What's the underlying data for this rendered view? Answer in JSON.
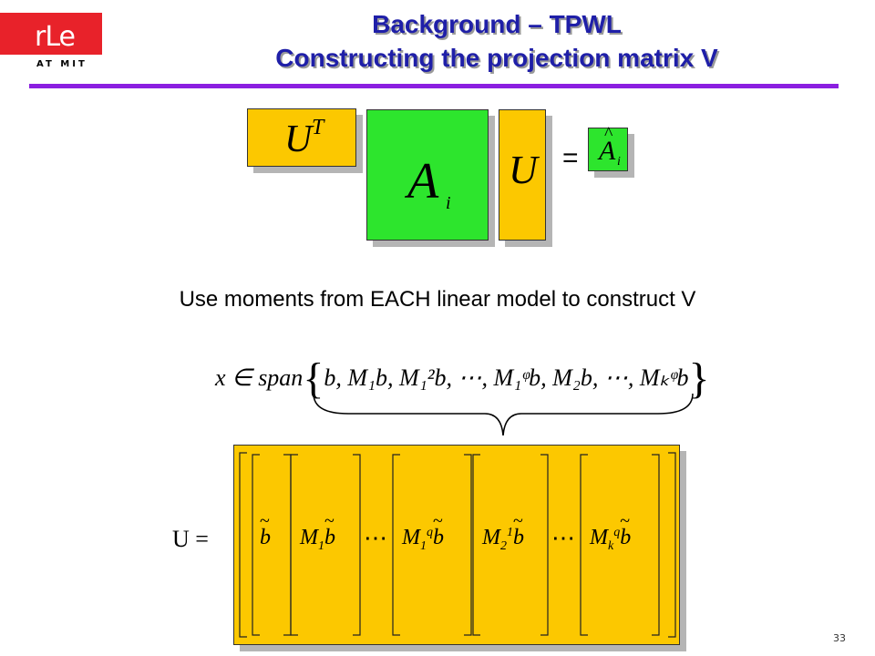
{
  "logo": {
    "main_text": "rLe",
    "sub_text": "AT MIT"
  },
  "title": {
    "line1": "Background – TPWL",
    "line2": "Constructing the projection matrix V"
  },
  "equation": {
    "ut_symbol": "U",
    "ut_superscript": "T",
    "a_symbol": "A",
    "a_subscript": "i",
    "u_symbol": "U",
    "equals": "=",
    "ahat_symbol": "A",
    "ahat_hat": "^",
    "ahat_subscript": "i"
  },
  "moments_sentence": "Use moments from EACH linear model to construct V",
  "span_formula": {
    "lhs": "x ∈ span",
    "open_brace": "{",
    "terms": "b, M₁b, M₁²b, ⋯, M₁ᵠb, M₂b, ⋯, Mₖᵠb",
    "close_brace": "}"
  },
  "u_matrix": {
    "label": "U =",
    "columns": [
      {
        "text": "b"
      },
      {
        "text": "M",
        "sub": "1",
        "b": "b"
      },
      {
        "text": "⋯"
      },
      {
        "text": "M",
        "sub": "1",
        "sup": "q",
        "b": "b"
      },
      {
        "text": "M",
        "sub": "2",
        "sup": "1",
        "b": "b"
      },
      {
        "text": "⋯"
      },
      {
        "text": "M",
        "sub": "k",
        "sup": "q",
        "b": "b"
      }
    ]
  },
  "colors": {
    "title": "#1f1fa8",
    "rule": "#8b1ee0",
    "yellow": "#fcc800",
    "green": "#2de52d",
    "logo_red": "#e8222a",
    "shadow": "#b5b5b5"
  },
  "page_number": "33"
}
